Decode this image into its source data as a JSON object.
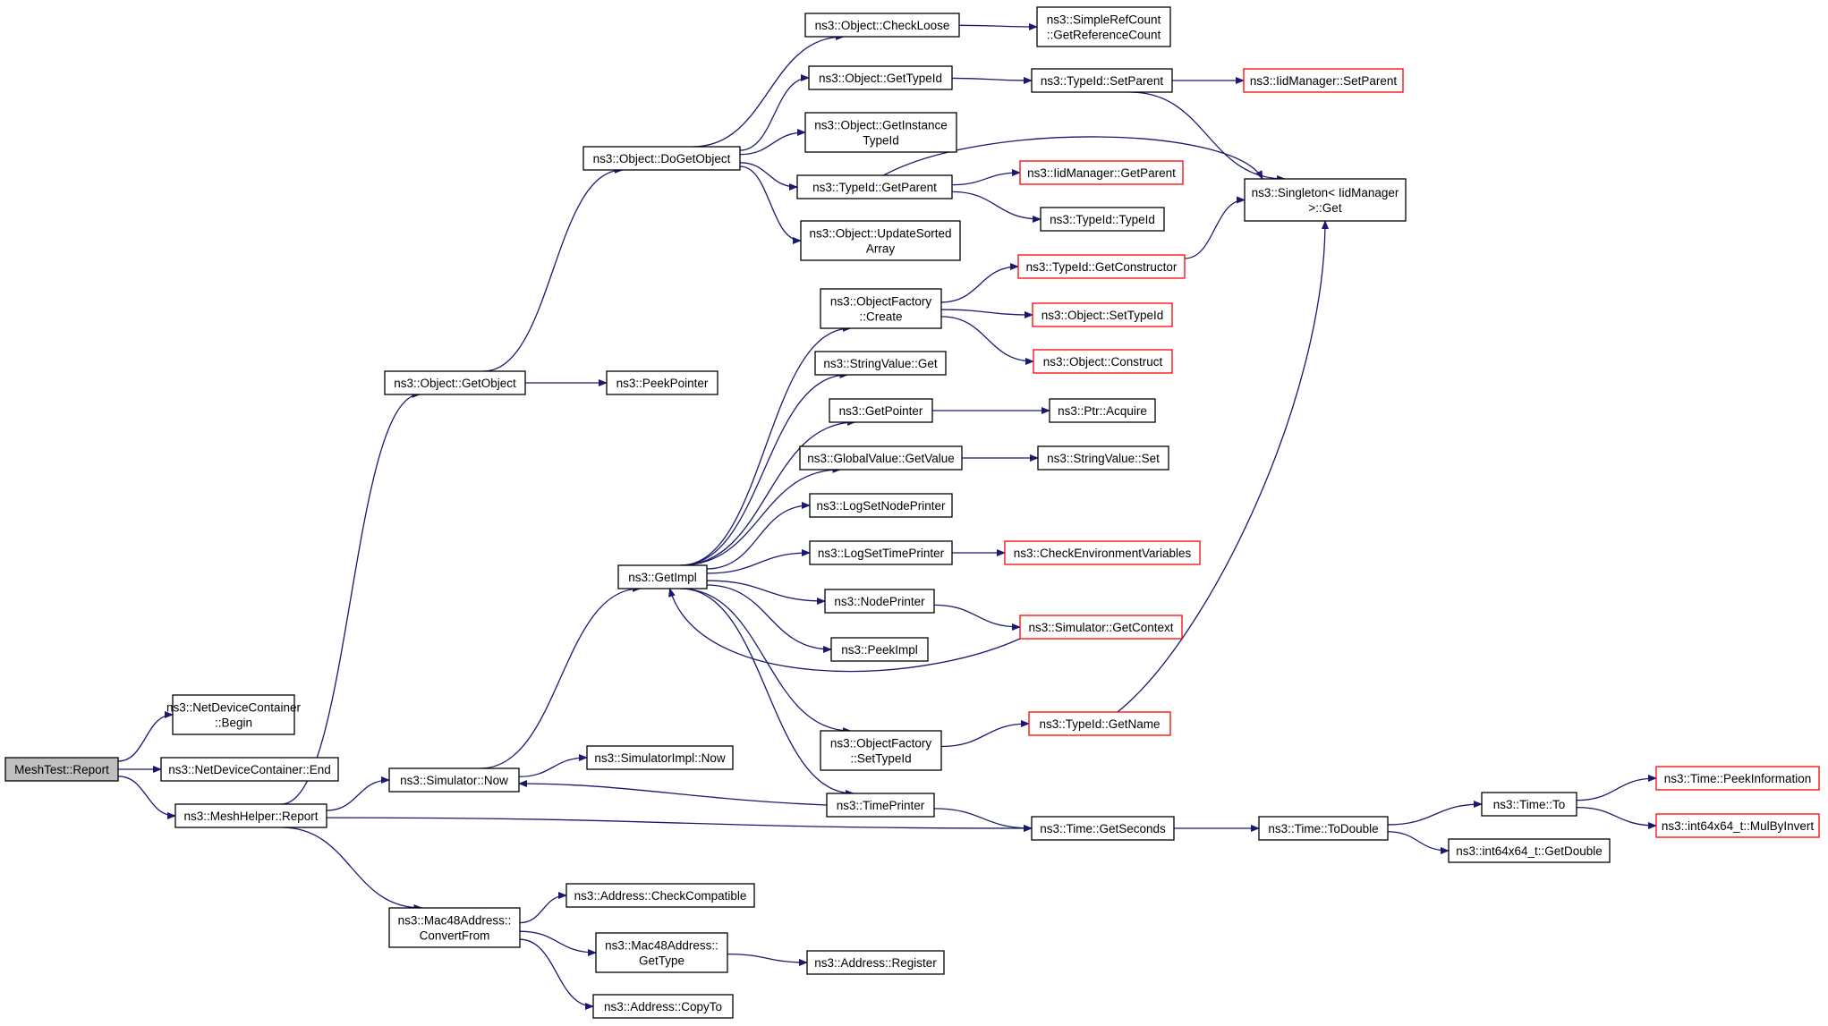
{
  "colors": {
    "edge": "#191970",
    "border": "#000000",
    "red_border": "#ff0000",
    "root_fill": "#bfbfbf",
    "fill": "#ffffff"
  },
  "nodes": [
    {
      "id": "report",
      "lines": [
        "MeshTest::Report"
      ],
      "style": "root"
    },
    {
      "id": "ndc_begin",
      "lines": [
        "ns3::NetDeviceContainer",
        "::Begin"
      ]
    },
    {
      "id": "ndc_end",
      "lines": [
        "ns3::NetDeviceContainer::End"
      ]
    },
    {
      "id": "mh_report",
      "lines": [
        "ns3::MeshHelper::Report"
      ]
    },
    {
      "id": "getobject",
      "lines": [
        "ns3::Object::GetObject"
      ]
    },
    {
      "id": "peekptr",
      "lines": [
        "ns3::PeekPointer"
      ]
    },
    {
      "id": "dogetobject",
      "lines": [
        "ns3::Object::DoGetObject"
      ]
    },
    {
      "id": "checkloose",
      "lines": [
        "ns3::Object::CheckLoose"
      ]
    },
    {
      "id": "simplerefcount",
      "lines": [
        "ns3::SimpleRefCount",
        "::GetReferenceCount"
      ]
    },
    {
      "id": "obj_gettypeid",
      "lines": [
        "ns3::Object::GetTypeId"
      ]
    },
    {
      "id": "typeid_setparent",
      "lines": [
        "ns3::TypeId::SetParent"
      ]
    },
    {
      "id": "iid_setparent",
      "lines": [
        "ns3::IidManager::SetParent"
      ],
      "style": "red"
    },
    {
      "id": "getinstancetypeid",
      "lines": [
        "ns3::Object::GetInstance",
        "TypeId"
      ]
    },
    {
      "id": "typeid_getparent",
      "lines": [
        "ns3::TypeId::GetParent"
      ]
    },
    {
      "id": "iid_getparent",
      "lines": [
        "ns3::IidManager::GetParent"
      ],
      "style": "red"
    },
    {
      "id": "singleton_get",
      "lines": [
        "ns3::Singleton< IidManager",
        ">::Get"
      ]
    },
    {
      "id": "typeid_typeid",
      "lines": [
        "ns3::TypeId::TypeId"
      ]
    },
    {
      "id": "updatesorted",
      "lines": [
        "ns3::Object::UpdateSorted",
        "Array"
      ]
    },
    {
      "id": "getconstructor",
      "lines": [
        "ns3::TypeId::GetConstructor"
      ],
      "style": "red"
    },
    {
      "id": "of_create",
      "lines": [
        "ns3::ObjectFactory",
        "::Create"
      ]
    },
    {
      "id": "obj_settypeid",
      "lines": [
        "ns3::Object::SetTypeId"
      ],
      "style": "red"
    },
    {
      "id": "obj_construct",
      "lines": [
        "ns3::Object::Construct"
      ],
      "style": "red"
    },
    {
      "id": "stringvalue_get",
      "lines": [
        "ns3::StringValue::Get"
      ]
    },
    {
      "id": "getpointer",
      "lines": [
        "ns3::GetPointer"
      ]
    },
    {
      "id": "ptr_acquire",
      "lines": [
        "ns3::Ptr::Acquire"
      ]
    },
    {
      "id": "gv_getvalue",
      "lines": [
        "ns3::GlobalValue::GetValue"
      ]
    },
    {
      "id": "stringvalue_set",
      "lines": [
        "ns3::StringValue::Set"
      ]
    },
    {
      "id": "logsetnodeprinter",
      "lines": [
        "ns3::LogSetNodePrinter"
      ]
    },
    {
      "id": "logsettimeprinter",
      "lines": [
        "ns3::LogSetTimePrinter"
      ]
    },
    {
      "id": "checkenv",
      "lines": [
        "ns3::CheckEnvironmentVariables"
      ],
      "style": "red"
    },
    {
      "id": "getimpl",
      "lines": [
        "ns3::GetImpl"
      ]
    },
    {
      "id": "nodeprinter",
      "lines": [
        "ns3::NodePrinter"
      ]
    },
    {
      "id": "getcontext",
      "lines": [
        "ns3::Simulator::GetContext"
      ],
      "style": "red"
    },
    {
      "id": "peekimpl",
      "lines": [
        "ns3::PeekImpl"
      ]
    },
    {
      "id": "of_settypeid",
      "lines": [
        "ns3::ObjectFactory",
        "::SetTypeId"
      ]
    },
    {
      "id": "typeid_getname",
      "lines": [
        "ns3::TypeId::GetName"
      ],
      "style": "red"
    },
    {
      "id": "sim_now",
      "lines": [
        "ns3::Simulator::Now"
      ]
    },
    {
      "id": "simimpl_now",
      "lines": [
        "ns3::SimulatorImpl::Now"
      ]
    },
    {
      "id": "timeprinter",
      "lines": [
        "ns3::TimePrinter"
      ]
    },
    {
      "id": "getseconds",
      "lines": [
        "ns3::Time::GetSeconds"
      ]
    },
    {
      "id": "todouble",
      "lines": [
        "ns3::Time::ToDouble"
      ]
    },
    {
      "id": "time_to",
      "lines": [
        "ns3::Time::To"
      ]
    },
    {
      "id": "peekinfo",
      "lines": [
        "ns3::Time::PeekInformation"
      ],
      "style": "red"
    },
    {
      "id": "mulbyinvert",
      "lines": [
        "ns3::int64x64_t::MulByInvert"
      ],
      "style": "red"
    },
    {
      "id": "getdouble",
      "lines": [
        "ns3::int64x64_t::GetDouble"
      ]
    },
    {
      "id": "mac48_convertfrom",
      "lines": [
        "ns3::Mac48Address::",
        "ConvertFrom"
      ]
    },
    {
      "id": "addr_checkcompat",
      "lines": [
        "ns3::Address::CheckCompatible"
      ]
    },
    {
      "id": "mac48_gettype",
      "lines": [
        "ns3::Mac48Address::",
        "GetType"
      ]
    },
    {
      "id": "addr_register",
      "lines": [
        "ns3::Address::Register"
      ]
    },
    {
      "id": "addr_copyto",
      "lines": [
        "ns3::Address::CopyTo"
      ]
    }
  ],
  "edges": [
    [
      "report",
      "ndc_begin"
    ],
    [
      "report",
      "ndc_end"
    ],
    [
      "report",
      "mh_report"
    ],
    [
      "mh_report",
      "getobject"
    ],
    [
      "mh_report",
      "sim_now"
    ],
    [
      "mh_report",
      "getseconds"
    ],
    [
      "mh_report",
      "mac48_convertfrom"
    ],
    [
      "getobject",
      "dogetobject"
    ],
    [
      "getobject",
      "peekptr"
    ],
    [
      "dogetobject",
      "checkloose"
    ],
    [
      "dogetobject",
      "obj_gettypeid"
    ],
    [
      "dogetobject",
      "getinstancetypeid"
    ],
    [
      "dogetobject",
      "typeid_getparent"
    ],
    [
      "dogetobject",
      "updatesorted"
    ],
    [
      "checkloose",
      "simplerefcount"
    ],
    [
      "obj_gettypeid",
      "typeid_setparent"
    ],
    [
      "typeid_setparent",
      "iid_setparent"
    ],
    [
      "typeid_setparent",
      "singleton_get"
    ],
    [
      "typeid_getparent",
      "iid_getparent"
    ],
    [
      "typeid_getparent",
      "typeid_typeid"
    ],
    [
      "typeid_getparent",
      "singleton_get"
    ],
    [
      "getconstructor",
      "singleton_get"
    ],
    [
      "typeid_getname",
      "singleton_get"
    ],
    [
      "of_create",
      "getconstructor"
    ],
    [
      "of_create",
      "obj_settypeid"
    ],
    [
      "of_create",
      "obj_construct"
    ],
    [
      "getimpl",
      "of_create"
    ],
    [
      "getimpl",
      "stringvalue_get"
    ],
    [
      "getimpl",
      "getpointer"
    ],
    [
      "getimpl",
      "gv_getvalue"
    ],
    [
      "getimpl",
      "logsetnodeprinter"
    ],
    [
      "getimpl",
      "logsettimeprinter"
    ],
    [
      "getimpl",
      "nodeprinter"
    ],
    [
      "getimpl",
      "peekimpl"
    ],
    [
      "getimpl",
      "of_settypeid"
    ],
    [
      "getimpl",
      "timeprinter"
    ],
    [
      "getpointer",
      "ptr_acquire"
    ],
    [
      "gv_getvalue",
      "stringvalue_set"
    ],
    [
      "logsettimeprinter",
      "checkenv"
    ],
    [
      "nodeprinter",
      "getcontext"
    ],
    [
      "getcontext",
      "getimpl"
    ],
    [
      "of_settypeid",
      "typeid_getname"
    ],
    [
      "sim_now",
      "getimpl"
    ],
    [
      "sim_now",
      "simimpl_now"
    ],
    [
      "timeprinter",
      "sim_now"
    ],
    [
      "timeprinter",
      "getseconds"
    ],
    [
      "getseconds",
      "todouble"
    ],
    [
      "todouble",
      "time_to"
    ],
    [
      "todouble",
      "getdouble"
    ],
    [
      "time_to",
      "peekinfo"
    ],
    [
      "time_to",
      "mulbyinvert"
    ],
    [
      "mac48_convertfrom",
      "addr_checkcompat"
    ],
    [
      "mac48_convertfrom",
      "mac48_gettype"
    ],
    [
      "mac48_convertfrom",
      "addr_copyto"
    ],
    [
      "mac48_gettype",
      "addr_register"
    ]
  ]
}
